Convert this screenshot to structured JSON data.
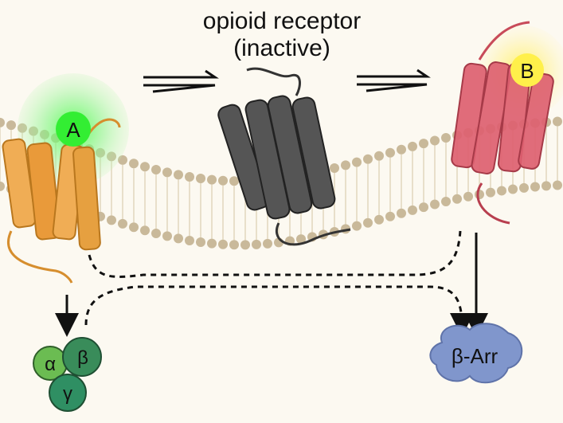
{
  "title": {
    "line1": "opioid receptor",
    "line2": "(inactive)"
  },
  "receptors": {
    "left_ligand": "A",
    "right_ligand": "B"
  },
  "effectors": {
    "g_alpha": "α",
    "g_beta": "β",
    "g_gamma": "γ",
    "arrestin": "β-Arr"
  },
  "colors": {
    "background": "#fcf9f1",
    "membrane_head": "#c9b99a",
    "receptor_left": "#eba84a",
    "receptor_center": "#555555",
    "receptor_right": "#d75a68",
    "ligand_a": "#3cf03c",
    "ligand_b": "#ffee44",
    "g_protein": "#3f9f63",
    "arrestin": "#7f95c9"
  }
}
